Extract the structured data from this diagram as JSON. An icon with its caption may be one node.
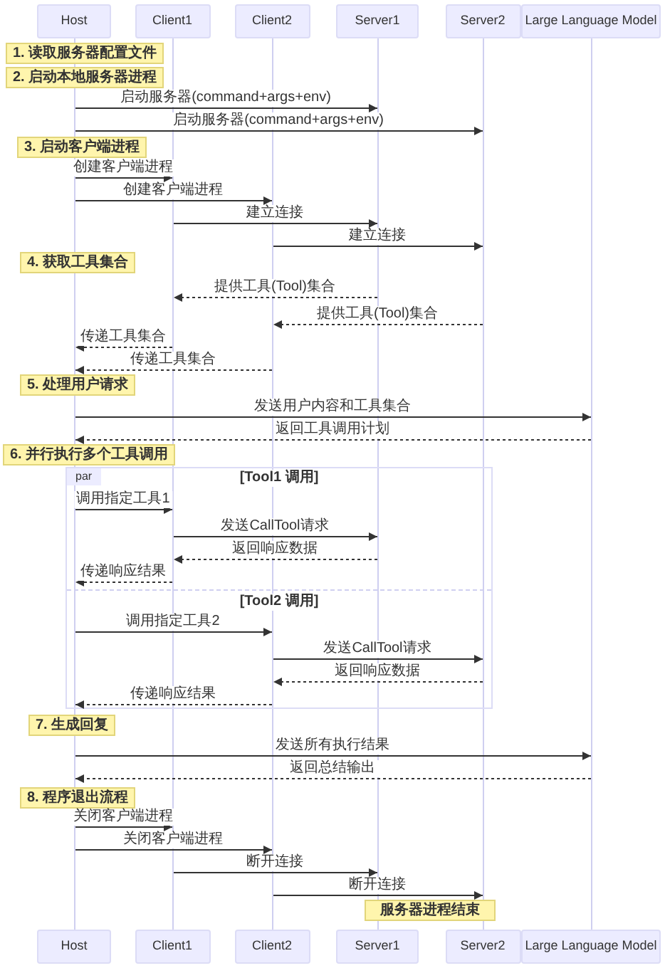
{
  "diagram": {
    "nodes": [
      {
        "text": [
          "Host"
        ]
      },
      {
        "text": [
          "Client1"
        ]
      },
      {
        "text": [
          "Client2"
        ]
      },
      {
        "text": [
          "Server1"
        ]
      },
      {
        "text": [
          "Server2"
        ]
      },
      {
        "text": [
          "Large Language Model"
        ]
      },
      {
        "text": [],
        "shape": "bar"
      },
      {
        "text": [],
        "shape": "bar"
      },
      {
        "text": [],
        "shape": "bar"
      },
      {
        "text": [],
        "shape": "bar"
      },
      {
        "text": [],
        "shape": "bar"
      },
      {
        "text": [],
        "shape": "bar"
      },
      {
        "text": [
          "1. 读取服务器配置文件"
        ]
      },
      {
        "text": [
          "2. 启动本地服务器进程"
        ]
      },
      {
        "text": [
          "3. 启动客户端进程"
        ]
      },
      {
        "text": [
          "4. 获取工具集合"
        ]
      },
      {
        "text": [
          "5. 处理用户请求"
        ]
      },
      {
        "text": [
          "6. 并行执行多个工具调用"
        ]
      },
      {
        "text": [
          "7. 生成回复"
        ]
      },
      {
        "text": [
          "8. 程序退出流程"
        ]
      },
      {
        "text": [
          "服务器进程结束"
        ]
      },
      {
        "text": [
          "Host"
        ]
      },
      {
        "text": [
          "Client1"
        ]
      },
      {
        "text": [
          "Client2"
        ]
      },
      {
        "text": [
          "Server1"
        ]
      },
      {
        "text": [
          "Server2"
        ]
      },
      {
        "text": [
          "Large Language Model"
        ]
      }
    ],
    "edges": [
      {
        "from": 6,
        "to": 9,
        "arrow": "to",
        "label": "启动服务器(command+args+env)"
      },
      {
        "from": 6,
        "to": 10,
        "arrow": "to",
        "label": "启动服务器(command+args+env)"
      },
      {
        "from": 6,
        "to": 7,
        "arrow": "to",
        "label": "创建客户端进程"
      },
      {
        "from": 6,
        "to": 8,
        "arrow": "to",
        "label": "创建客户端进程"
      },
      {
        "from": 7,
        "to": 9,
        "arrow": "to",
        "label": "建立连接"
      },
      {
        "from": 8,
        "to": 10,
        "arrow": "to",
        "label": "建立连接"
      },
      {
        "from": 9,
        "to": 7,
        "arrow": "to",
        "label": "提供工具(Tool)集合",
        "style": "dashed"
      },
      {
        "from": 10,
        "to": 8,
        "arrow": "to",
        "label": "提供工具(Tool)集合",
        "style": "dashed"
      },
      {
        "from": 7,
        "to": 6,
        "arrow": "to",
        "label": "传递工具集合",
        "style": "dashed"
      },
      {
        "from": 8,
        "to": 6,
        "arrow": "to",
        "label": "传递工具集合",
        "style": "dashed"
      },
      {
        "from": 6,
        "to": 11,
        "arrow": "to",
        "label": "发送用户内容和工具集合"
      },
      {
        "from": 11,
        "to": 6,
        "arrow": "to",
        "label": "返回工具调用计划",
        "style": "dashed"
      },
      {
        "from": 6,
        "to": 7,
        "arrow": "to",
        "label": "调用指定工具1"
      },
      {
        "from": 7,
        "to": 9,
        "arrow": "to",
        "label": "发送CallTool请求"
      },
      {
        "from": 9,
        "to": 7,
        "arrow": "to",
        "label": "返回响应数据",
        "style": "dashed"
      },
      {
        "from": 7,
        "to": 6,
        "arrow": "to",
        "label": "传递响应结果",
        "style": "dashed"
      },
      {
        "from": 6,
        "to": 8,
        "arrow": "to",
        "label": "调用指定工具2"
      },
      {
        "from": 8,
        "to": 10,
        "arrow": "to",
        "label": "发送CallTool请求"
      },
      {
        "from": 10,
        "to": 8,
        "arrow": "to",
        "label": "返回响应数据",
        "style": "dashed"
      },
      {
        "from": 8,
        "to": 6,
        "arrow": "to",
        "label": "传递响应结果",
        "style": "dashed"
      },
      {
        "from": 6,
        "to": 11,
        "arrow": "to",
        "label": "发送所有执行结果"
      },
      {
        "from": 11,
        "to": 6,
        "arrow": "to",
        "label": "返回总结输出",
        "style": "dashed"
      },
      {
        "from": 6,
        "to": 7,
        "arrow": "to",
        "label": "关闭客户端进程"
      },
      {
        "from": 6,
        "to": 8,
        "arrow": "to",
        "label": "关闭客户端进程"
      },
      {
        "from": 7,
        "to": 9,
        "arrow": "to",
        "label": "断开连接"
      },
      {
        "from": 8,
        "to": 10,
        "arrow": "to",
        "label": "断开连接"
      }
    ],
    "labels": [
      "par",
      "[Tool1 调用]",
      "[Tool2 调用]"
    ]
  }
}
